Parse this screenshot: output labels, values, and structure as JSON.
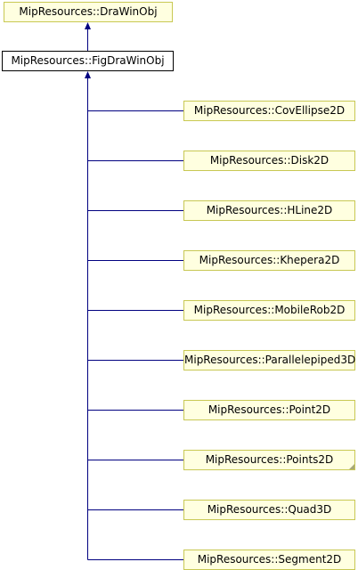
{
  "diagram": {
    "base": "MipResources::DraWinObj",
    "current": "MipResources::FigDraWinObj",
    "derived": [
      "MipResources::CovEllipse2D",
      "MipResources::Disk2D",
      "MipResources::HLine2D",
      "MipResources::Khepera2D",
      "MipResources::MobileRob2D",
      "MipResources::Parallelepiped3D",
      "MipResources::Point2D",
      "MipResources::Points2D",
      "MipResources::Quad3D",
      "MipResources::Segment2D"
    ],
    "truncated_node": "MipResources::Points2D",
    "colors": {
      "node_fill": "#ffffe0",
      "node_border": "#c8c853",
      "current_fill": "#ffffff",
      "current_border": "#000000",
      "edge": "#000080"
    }
  }
}
